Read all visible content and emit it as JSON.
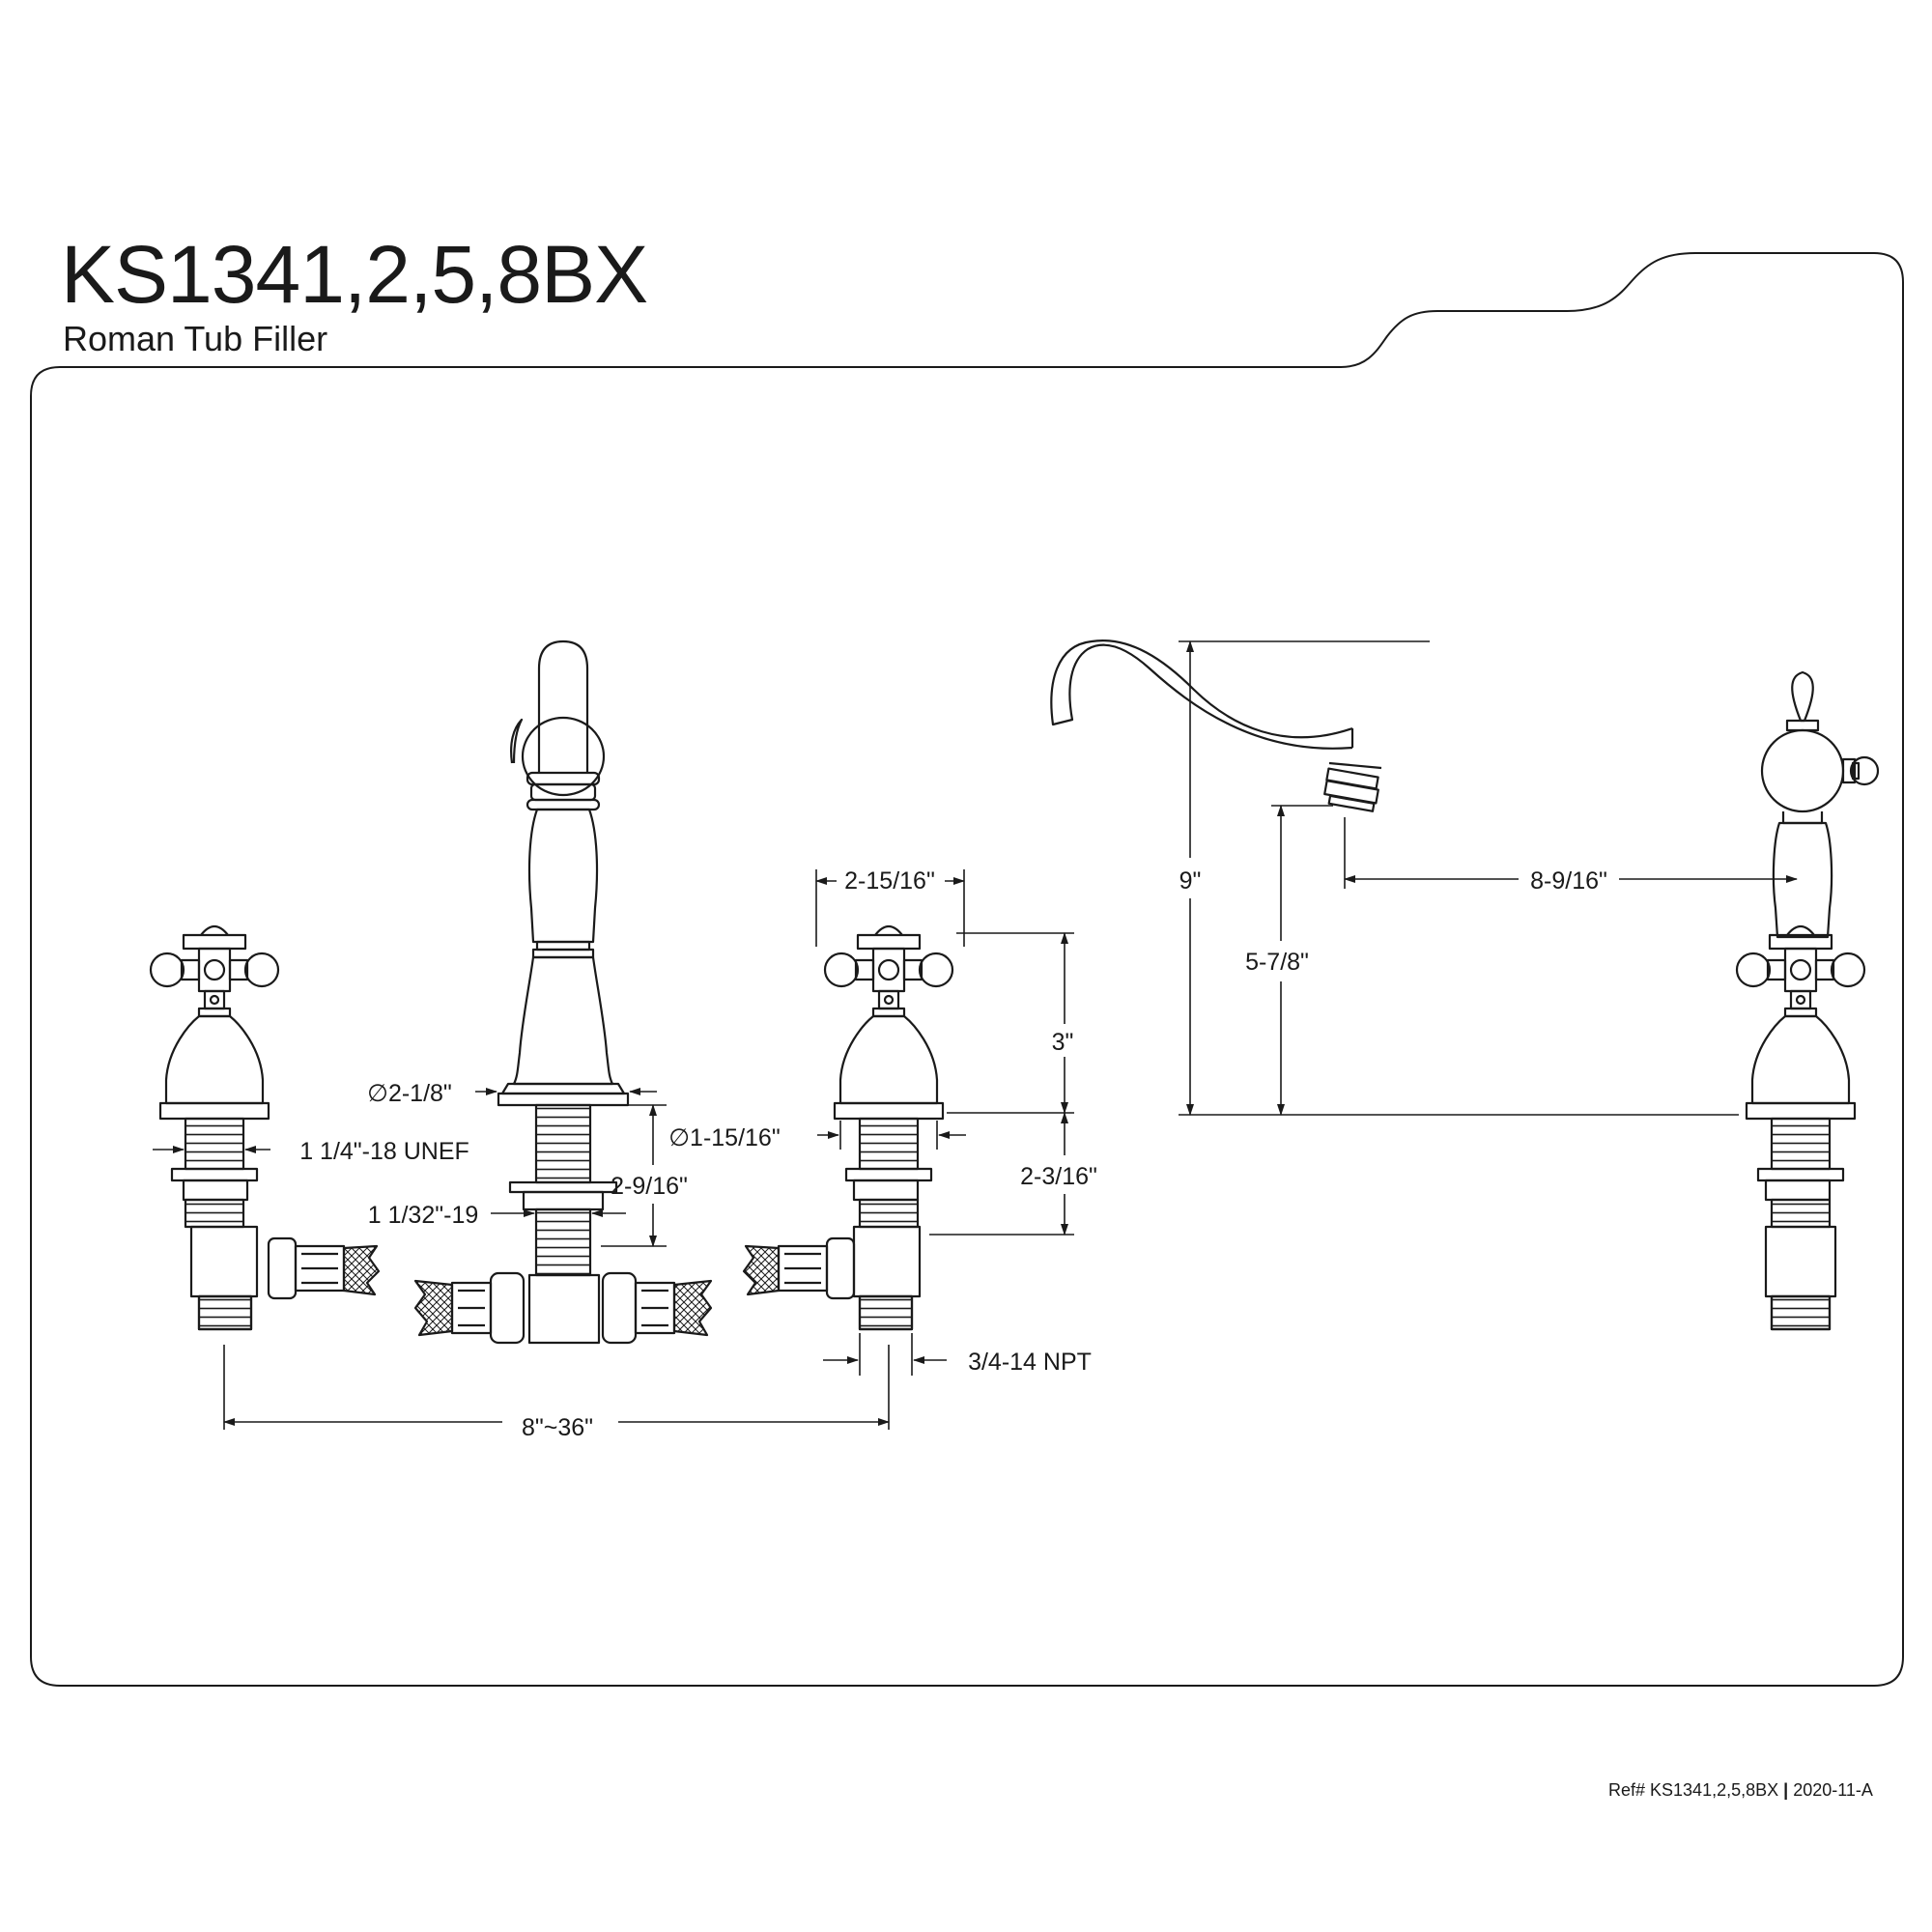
{
  "header": {
    "title": "KS1341,2,5,8BX",
    "subtitle": "Roman Tub Filler"
  },
  "footer": {
    "ref_prefix": "Ref# KS1341,2,5,8BX",
    "ref_date": "2020-11-A"
  },
  "dimensions": {
    "spread": "8\"~36\"",
    "handle_width": "2-15/16\"",
    "handle_height": "3\"",
    "valve_diameter": "∅1-15/16\"",
    "valve_shank_length": "2-3/16\"",
    "spout_base_diameter": "∅2-1/8\"",
    "spout_shank_length": "2-9/16\"",
    "valve_thread": "1 1/4\"-18 UNEF",
    "spout_thread": "1 1/32\"-19",
    "npt_thread": "3/4-14 NPT",
    "overall_height": "9\"",
    "spout_clearance": "5-7/8\"",
    "spout_reach": "8-9/16\""
  }
}
